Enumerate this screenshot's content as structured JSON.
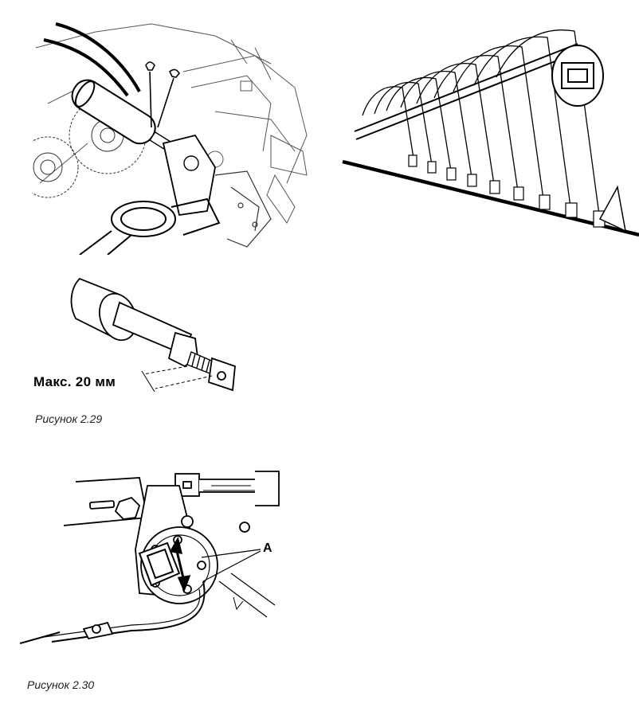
{
  "figure_29": {
    "caption": "Рисунок 2.29",
    "dimension_label": "Макс. 20 мм"
  },
  "figure_30": {
    "caption": "Рисунок 2.30",
    "callout": "A"
  }
}
